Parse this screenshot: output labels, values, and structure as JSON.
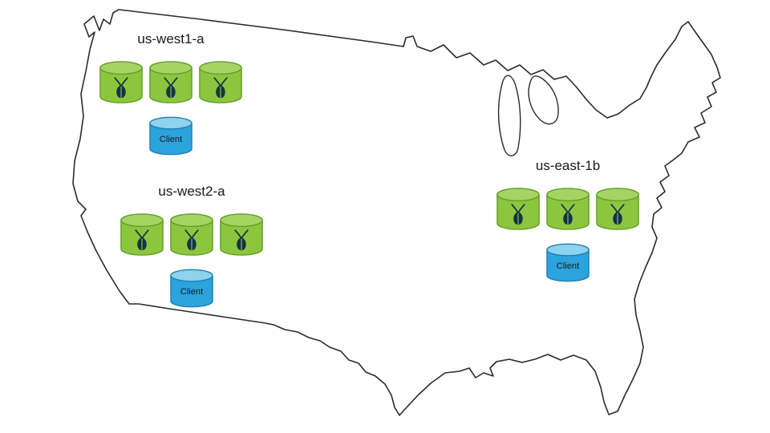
{
  "map": {
    "name": "united-states-outline"
  },
  "regions": [
    {
      "label": "us-west1-a",
      "node_count": 3,
      "client_label": "Client"
    },
    {
      "label": "us-west2-a",
      "node_count": 3,
      "client_label": "Client"
    },
    {
      "label": "us-east-1b",
      "node_count": 3,
      "client_label": "Client"
    }
  ],
  "colors": {
    "node_fill": "#8cc63e",
    "node_top": "#a5d464",
    "node_stroke": "#629b27",
    "client_fill": "#2ba3dc",
    "client_top": "#8fd2ee",
    "client_stroke": "#1f7fb2",
    "bug": "#16324a",
    "outline": "#2b2b2b",
    "label_text": "#1a1a1a"
  }
}
